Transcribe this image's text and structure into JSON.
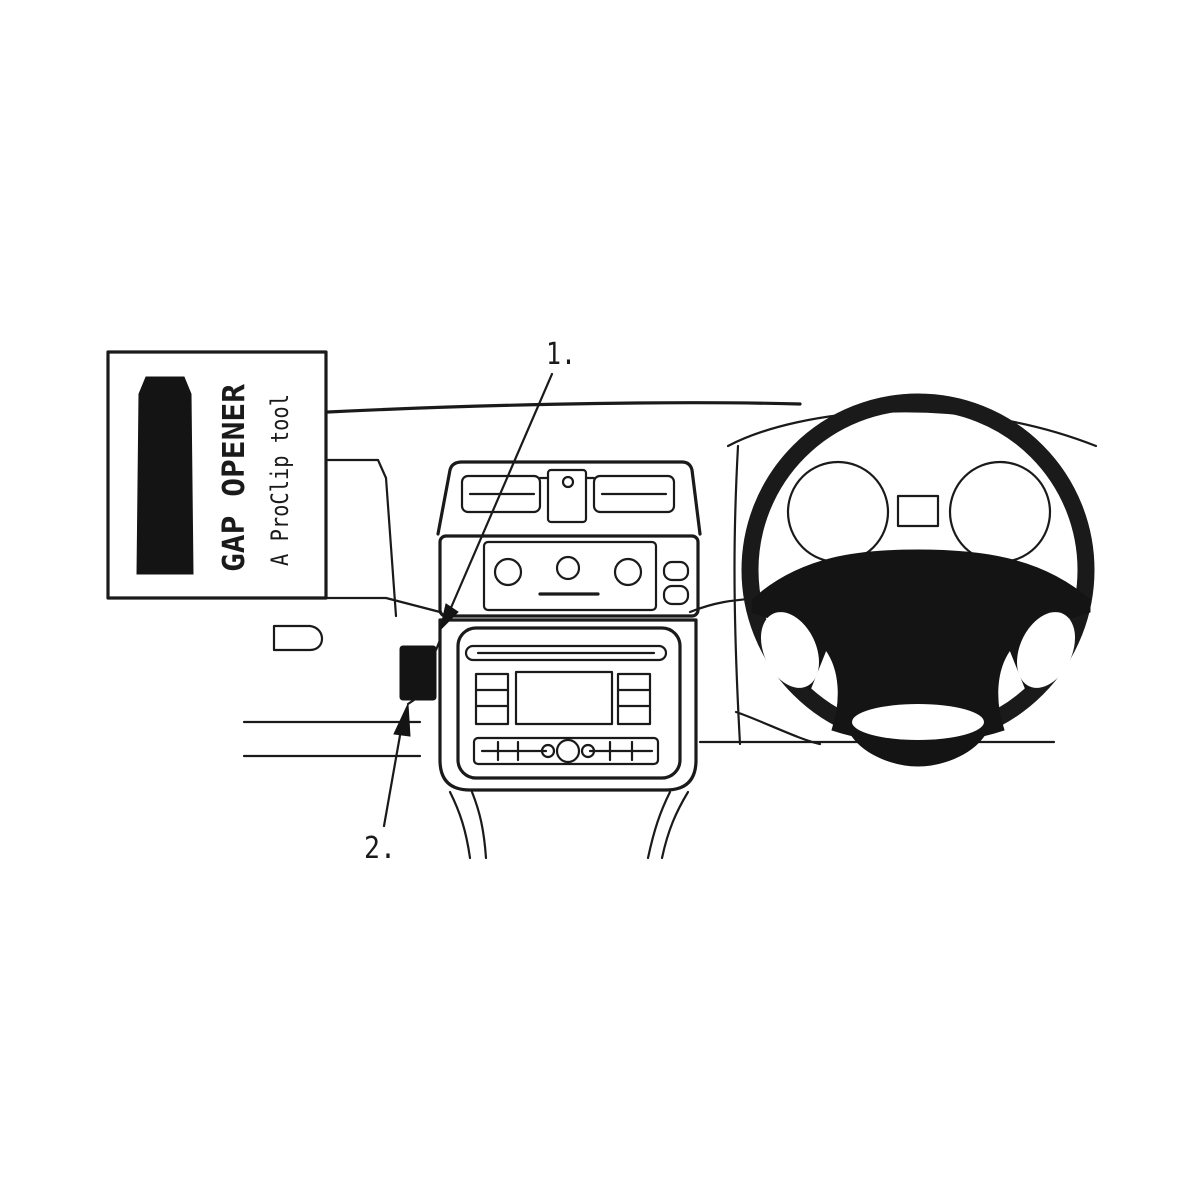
{
  "callouts": {
    "one": "1.",
    "two": "2."
  },
  "tool_box": {
    "title": "GAP OPENER",
    "subtitle": "A ProClip tool"
  },
  "colors": {
    "ink": "#1a1a1a",
    "fill_dark": "#141414",
    "background": "#ffffff"
  }
}
